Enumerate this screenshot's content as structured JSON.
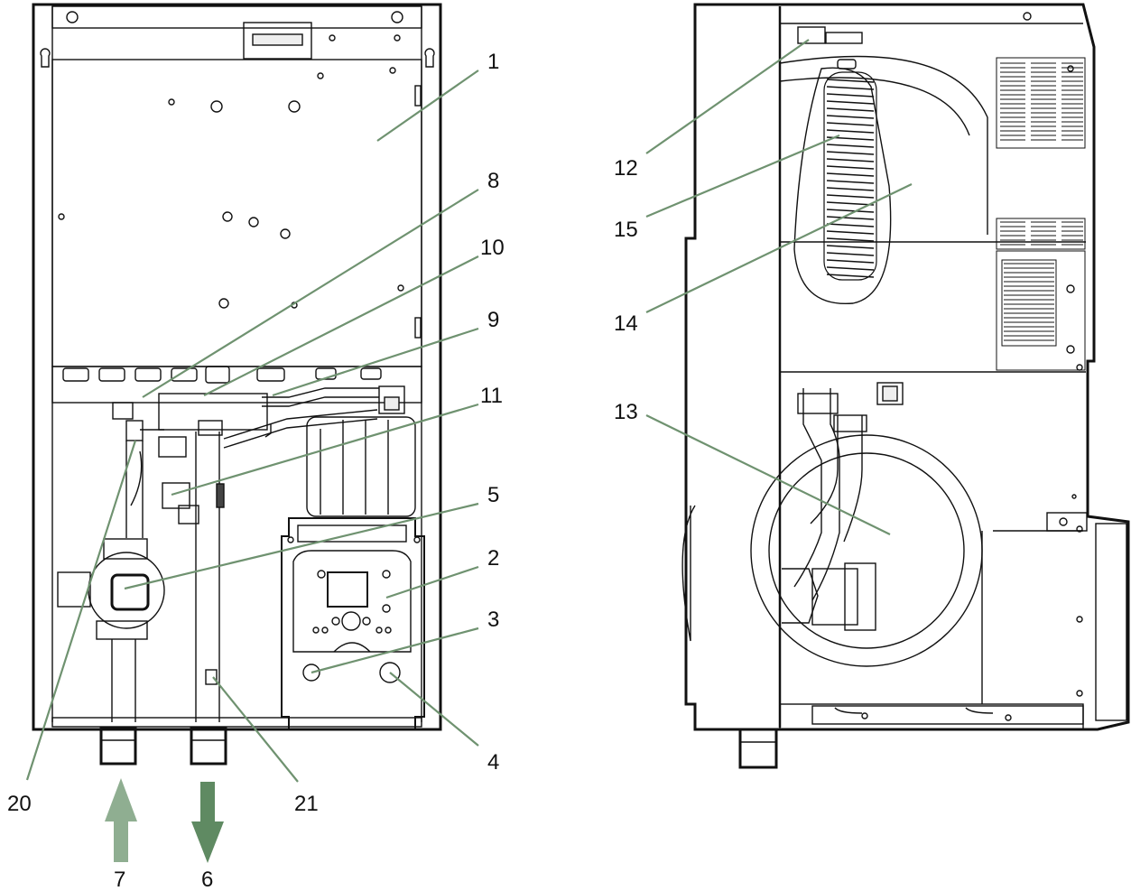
{
  "labels": {
    "l1": "1",
    "l2": "2",
    "l3": "3",
    "l4": "4",
    "l5": "5",
    "l6": "6",
    "l7": "7",
    "l8": "8",
    "l9": "9",
    "l10": "10",
    "l11": "11",
    "l12": "12",
    "l13": "13",
    "l14": "14",
    "l15": "15",
    "l20": "20",
    "l21": "21"
  },
  "colors": {
    "leader": "#6f9270",
    "arrow_inlet": "#8fae91",
    "arrow_outlet": "#5f8a62",
    "outline": "#111111",
    "fill": "#ffffff",
    "detail": "#7a7a7a"
  }
}
